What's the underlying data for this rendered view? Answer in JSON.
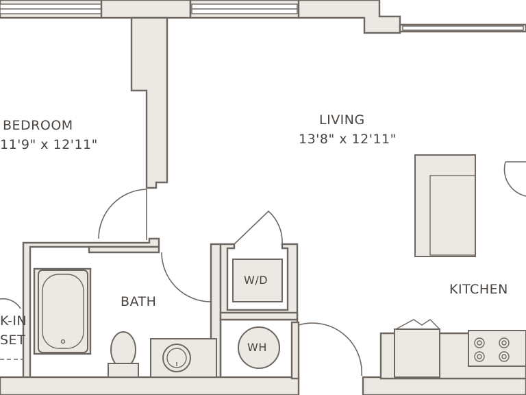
{
  "rooms": {
    "bedroom": {
      "name": "BEDROOM",
      "dims": "11'9\" x 12'11\""
    },
    "living": {
      "name": "LIVING",
      "dims": "13'8\" x 12'11\""
    },
    "kitchen": {
      "name": "KITCHEN"
    },
    "bath": {
      "name": "BATH"
    },
    "closet": {
      "name_line1": "K-IN",
      "name_line2": "SET"
    },
    "washer_dryer": {
      "name": "W/D"
    },
    "water_heater": {
      "name": "WH"
    }
  },
  "colors": {
    "wall_stroke": "#6e6660",
    "wall_fill": "#ece9e4",
    "text": "#4a4440"
  }
}
